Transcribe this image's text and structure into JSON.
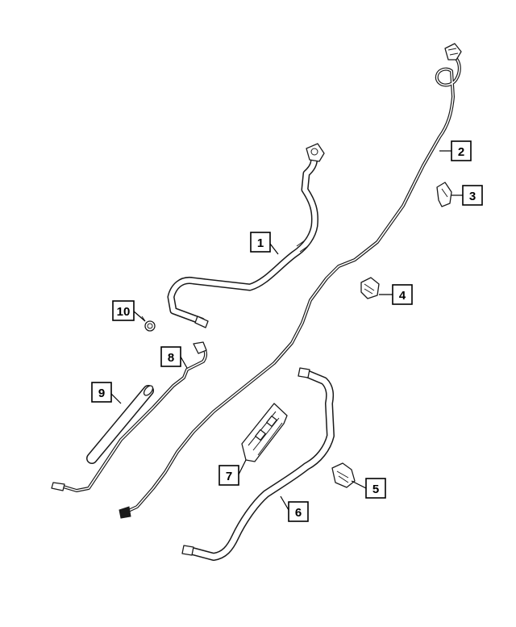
{
  "callouts": [
    {
      "id": "1",
      "label": "1"
    },
    {
      "id": "2",
      "label": "2"
    },
    {
      "id": "3",
      "label": "3"
    },
    {
      "id": "4",
      "label": "4"
    },
    {
      "id": "5",
      "label": "5"
    },
    {
      "id": "6",
      "label": "6"
    },
    {
      "id": "7",
      "label": "7"
    },
    {
      "id": "8",
      "label": "8"
    },
    {
      "id": "9",
      "label": "9"
    },
    {
      "id": "10",
      "label": "10"
    }
  ],
  "colors": {
    "ink": "#1a1a1a",
    "background": "#ffffff"
  }
}
